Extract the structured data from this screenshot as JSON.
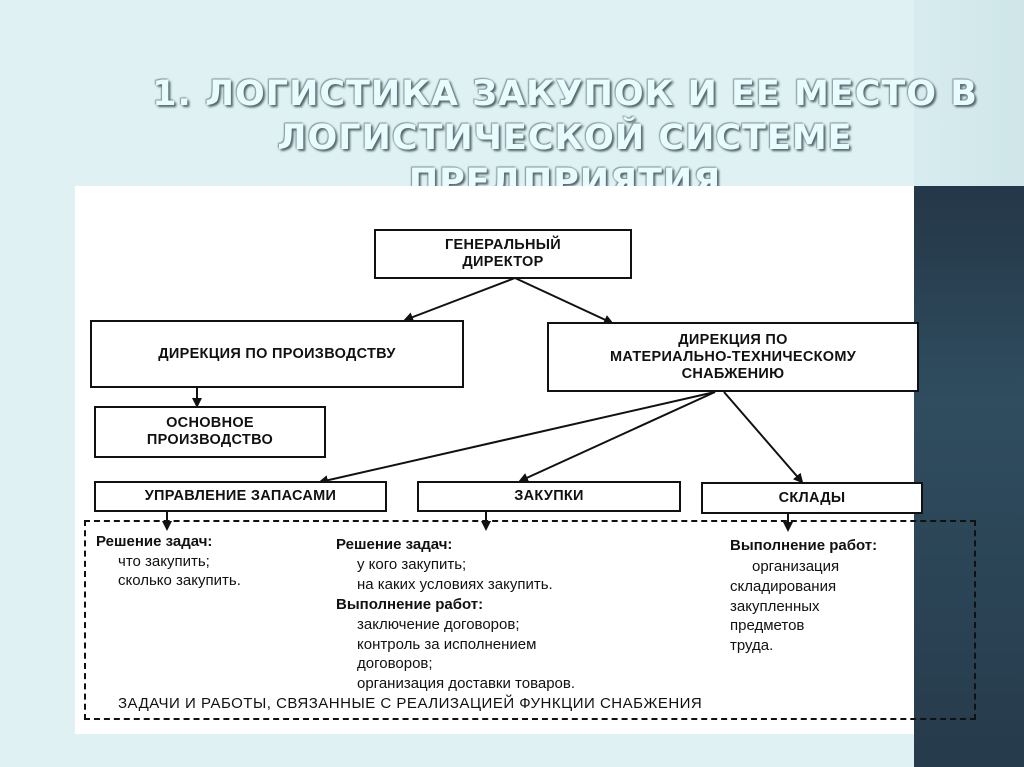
{
  "title": {
    "line1": "1. ЛОГИСТИКА ЗАКУПОК И ЕЕ МЕСТО В",
    "line2": "ЛОГИСТИЧЕСКОЙ СИСТЕМЕ ПРЕДПРИЯТИЯ"
  },
  "boxes": {
    "general_director": {
      "line1": "ГЕНЕРАЛЬНЫЙ",
      "line2": "ДИРЕКТОР"
    },
    "production_directorate": "ДИРЕКЦИЯ ПО ПРОИЗВОДСТВУ",
    "supply_directorate": {
      "line1": "ДИРЕКЦИЯ ПО",
      "line2": "МАТЕРИАЛЬНО-ТЕХНИЧЕСКОМУ",
      "line3": "СНАБЖЕНИЮ"
    },
    "main_production": {
      "line1": "ОСНОВНОЕ",
      "line2": "ПРОИЗВОДСТВО"
    },
    "inventory_management": "УПРАВЛЕНИЕ ЗАПАСАМИ",
    "purchases": "ЗАКУПКИ",
    "warehouses": "СКЛАДЫ"
  },
  "inventory_tasks": {
    "heading": "Решение задач:",
    "lines": [
      "что закупить;",
      "сколько закупить."
    ]
  },
  "purchase_tasks": {
    "heading": "Решение задач:",
    "lines": [
      "у кого закупить;",
      "на каких условиях закупить."
    ],
    "works_heading": "Выполнение работ:",
    "works": [
      "заключение договоров;",
      "контроль за исполнением",
      "договоров;",
      "организация доставки товаров."
    ]
  },
  "warehouse_tasks": {
    "heading": "Выполнение работ:",
    "lines": [
      "организация",
      "складирования",
      "закупленных",
      "предметов",
      "труда."
    ]
  },
  "footer": "ЗАДАЧИ И РАБОТЫ, СВЯЗАННЫЕ С РЕАЛИЗАЦИЕЙ ФУНКЦИИ СНАБЖЕНИЯ"
}
